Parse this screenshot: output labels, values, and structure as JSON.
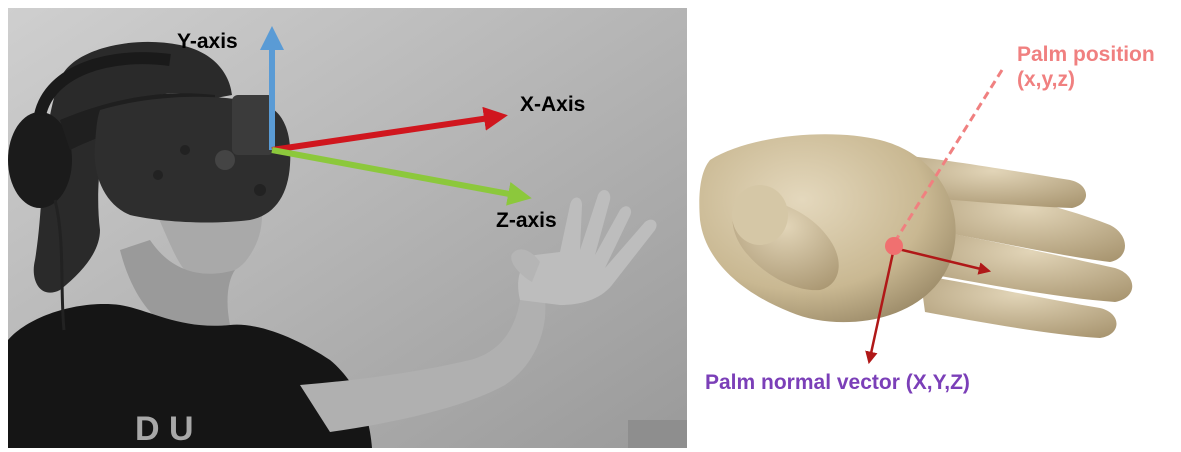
{
  "left_panel": {
    "image_description": "photo-person-vr-headset",
    "axes": {
      "y_axis_label": "Y-axis",
      "x_axis_label": "X-Axis",
      "z_axis_label": "Z-axis"
    },
    "colors": {
      "y_axis": "#5a9bd5",
      "x_axis": "#d0161e",
      "z_axis": "#8cc83c"
    }
  },
  "right_panel": {
    "palm_position_label_line1": "Palm position",
    "palm_position_label_line2": "(x,y,z)",
    "palm_normal_label": "Palm normal vector (X,Y,Z)",
    "colors": {
      "palm_position": "#f08080",
      "palm_normal": "#7b3fb8",
      "vectors": "#b01818",
      "hand": "#cdbd9a"
    }
  }
}
